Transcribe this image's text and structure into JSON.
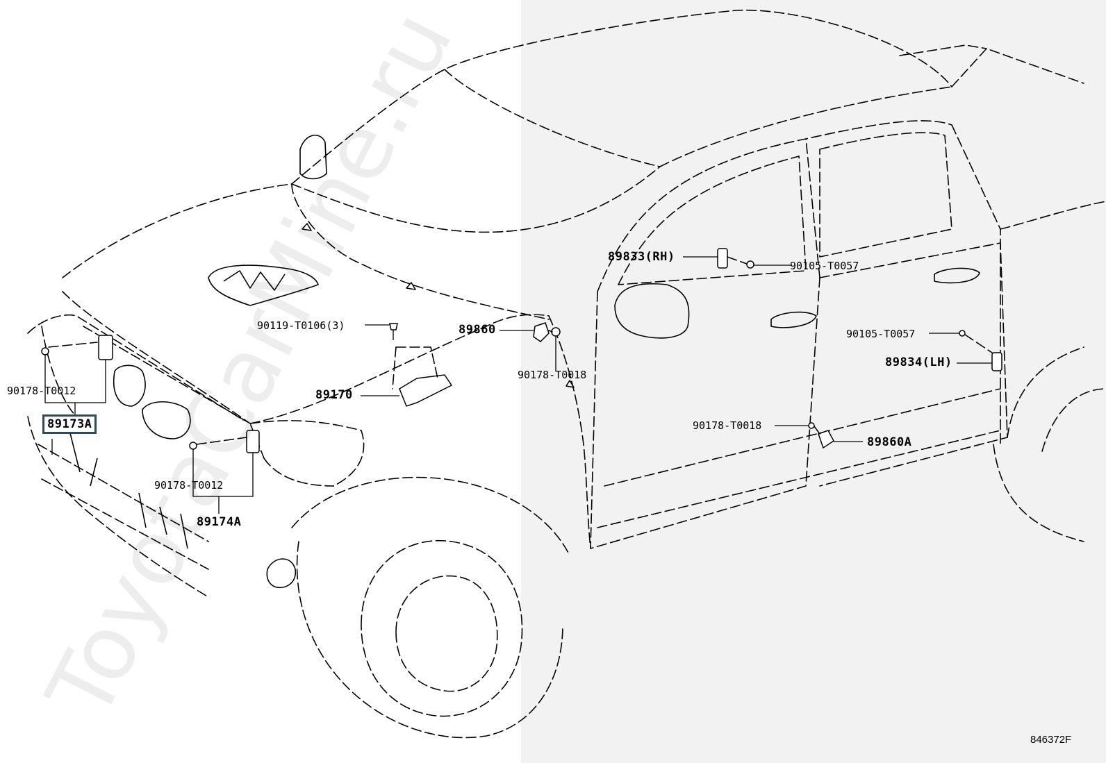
{
  "diagram": {
    "figure_code": "846372F",
    "watermark": "ToyotaCarMine.ru"
  },
  "labels": {
    "p89173A": "89173A",
    "p89174A": "89174A",
    "p90178_T0012_left": "90178-T0012",
    "p90178_T0012_center": "90178-T0012",
    "p90119_T0106": "90119-T0106(3)",
    "p89170": "89170",
    "p89860": "89860",
    "p90178_T0018_upper": "90178-T0018",
    "p89833": "89833(RH)",
    "p90105_T0057_upper": "90105-T0057",
    "p90105_T0057_lower": "90105-T0057",
    "p89834": "89834(LH)",
    "p90178_T0018_lower": "90178-T0018",
    "p89860A": "89860A"
  },
  "colors": {
    "highlight_border": "#2f4858",
    "right_panel_bg": "#f2f2f2"
  }
}
